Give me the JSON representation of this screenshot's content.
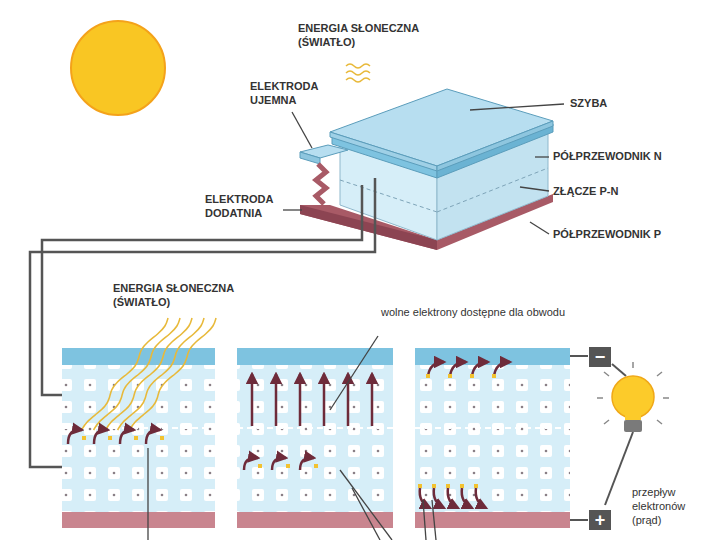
{
  "diagram": {
    "labels": [
      "ENERGIA SŁONECZNA (ŚWIATŁO)",
      "ELEKTRODA UJEMNA",
      "SZYBA",
      "PÓŁPRZEWODNIK N",
      "ZŁĄCZE P-N",
      "ELEKTRODA DODATNIA",
      "PÓŁPRZEWODNIK P",
      "ENERGIA SŁONECZNA (ŚWIATŁO)",
      "wolne elektrony dostępne dla obwodu",
      "−",
      "przepływ elektronów (prąd)",
      "+"
    ]
  }
}
